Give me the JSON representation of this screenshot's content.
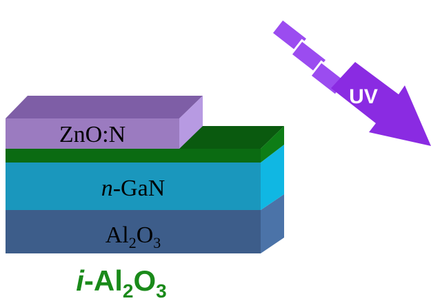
{
  "layers": {
    "zno": {
      "label": "ZnO:N",
      "front": "#9b7bc0",
      "top": "#7e5ea6",
      "side": "#b79ae2"
    },
    "insulator": {
      "front": "#0b6b12",
      "top": "#0a5a0f",
      "side": "#0e7d16"
    },
    "ngan": {
      "label_prefix": "n",
      "label_suffix": "-GaN",
      "front": "#1a97bd",
      "top": "#1388ab",
      "side": "#10b7e3"
    },
    "sapphire": {
      "label_base": "Al",
      "label_sub1": "2",
      "label_mid": "O",
      "label_sub2": "3",
      "front": "#3d5d8a",
      "top": "#355278",
      "side": "#4b73a8"
    }
  },
  "uv": {
    "label": "UV",
    "color": "#8a2be2",
    "stripe_count": 3,
    "stripe_color": "#9b4cf0"
  },
  "caption": {
    "prefix": "i",
    "base": "-Al",
    "sub1": "2",
    "mid": "O",
    "sub2": "3",
    "color": "#1a8a1a"
  }
}
